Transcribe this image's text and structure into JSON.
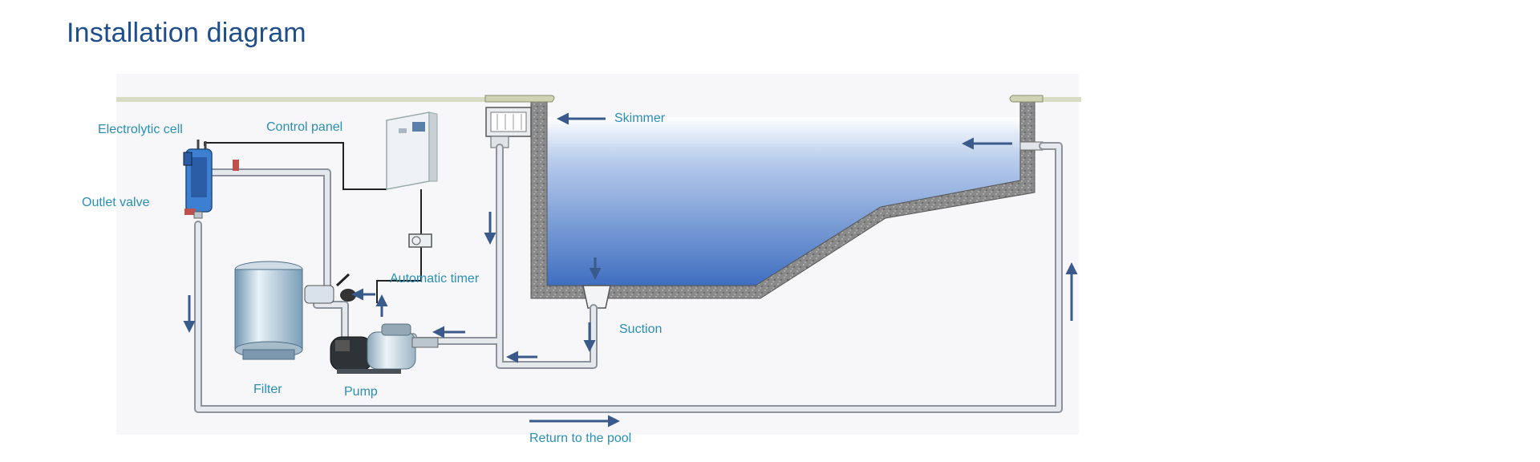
{
  "title": "Installation diagram",
  "labels": {
    "electrolytic_cell": "Electrolytic cell",
    "control_panel": "Control panel",
    "outlet_valve": "Outlet valve",
    "automatic_timer": "Automatic timer",
    "filter": "Filter",
    "pump": "Pump",
    "skimmer": "Skimmer",
    "suction": "Suction",
    "return_to_pool": "Return to the pool"
  },
  "colors": {
    "title": "#1f4e8c",
    "label": "#2a8fb4",
    "arrow": "#3a5a8c",
    "water_top": "#ffffff",
    "water_bottom": "#3f6fc0",
    "pipe": "#c9ccd2",
    "concrete": "#7d7d7d"
  }
}
